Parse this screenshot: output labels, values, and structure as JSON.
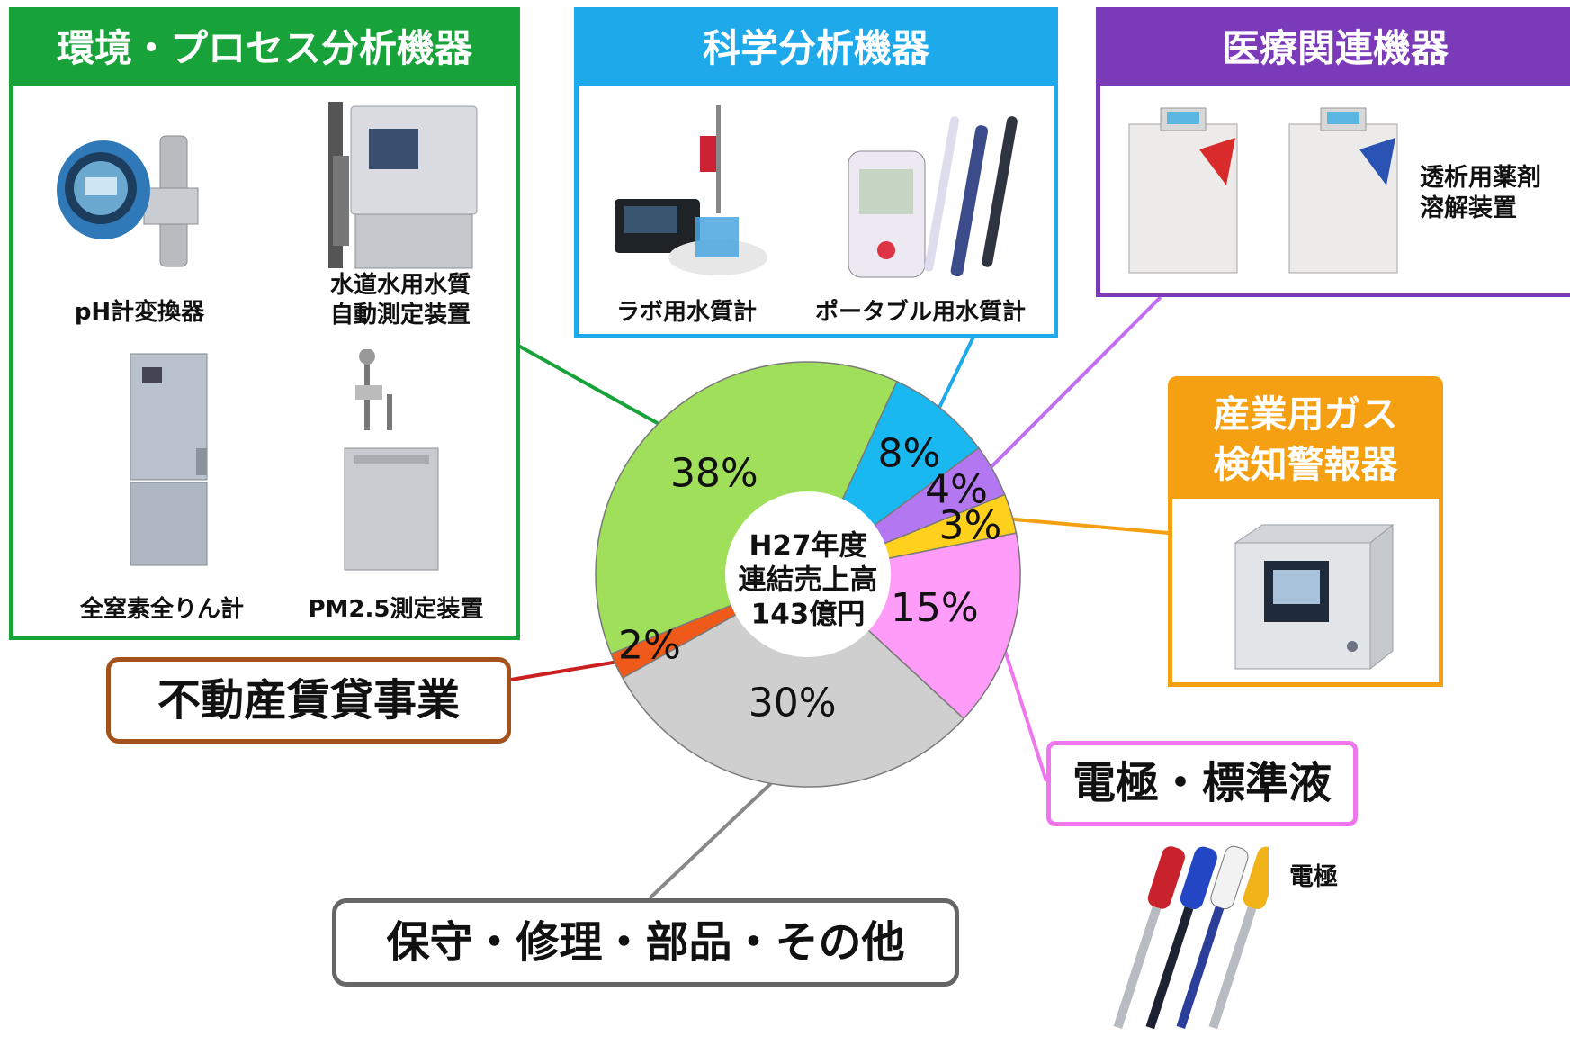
{
  "chart_data": {
    "type": "pie",
    "center_label": [
      "H27年度",
      "連結売上高",
      "143億円"
    ],
    "slices": [
      {
        "label": "環境・プロセス分析機器",
        "value": 38,
        "display": "38%",
        "color": "#a0df5a"
      },
      {
        "label": "科学分析機器",
        "value": 8,
        "display": "8%",
        "color": "#19b8f0"
      },
      {
        "label": "医療関連機器",
        "value": 4,
        "display": "4%",
        "color": "#b477f2"
      },
      {
        "label": "産業用ガス検知警報器",
        "value": 3,
        "display": "3%",
        "color": "#ffd01c"
      },
      {
        "label": "電極・標準液",
        "value": 15,
        "display": "15%",
        "color": "#ff9cf9"
      },
      {
        "label": "保守・修理・部品・その他",
        "value": 30,
        "display": "30%",
        "color": "#cfcfcf"
      },
      {
        "label": "不動産賃貸事業",
        "value": 2,
        "display": "2%",
        "color": "#ef5a1a"
      }
    ]
  },
  "panels": {
    "env": {
      "title": "環境・プロセス分析機器",
      "color": "#18a23a",
      "captions": [
        "pH計変換器",
        "水道水用水質\n自動測定装置",
        "全窒素全りん計",
        "PM2.5測定装置"
      ]
    },
    "sci": {
      "title": "科学分析機器",
      "color": "#1ea9ea",
      "captions": [
        "ラボ用水質計",
        "ポータブル用水質計"
      ]
    },
    "med": {
      "title": "医療関連機器",
      "color": "#7b3ab7",
      "captions": [
        "透析用薬剤\n溶解装置"
      ]
    },
    "gas": {
      "title": "産業用ガス\n検知警報器",
      "color": "#f5a012"
    }
  },
  "labels": {
    "realestate": {
      "text": "不動産賃貸事業",
      "color": "#a4521b"
    },
    "electrode": {
      "text": "電極・標準液",
      "color": "#ee77ee"
    },
    "maintenance": {
      "text": "保守・修理・部品・その他",
      "color": "#666666"
    },
    "electrode_caption": "電極"
  }
}
